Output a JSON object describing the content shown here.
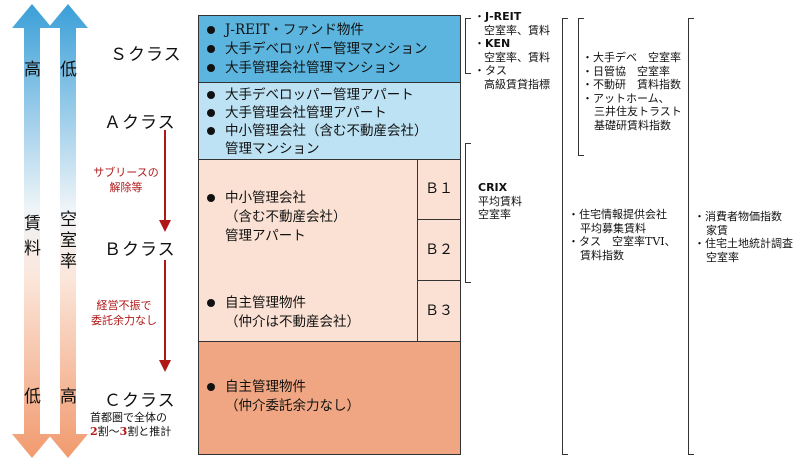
{
  "arrows": {
    "left": {
      "top": "高",
      "mid": [
        "賃",
        "料"
      ],
      "bottom": "低"
    },
    "right": {
      "top": "低",
      "mid": [
        "空",
        "室",
        "率"
      ],
      "bottom": "高"
    }
  },
  "classes": {
    "s": "Ｓクラス",
    "a": "Ａクラス",
    "b": "Ｂクラス",
    "c": "Ｃクラス"
  },
  "notes": {
    "sublease": [
      "サブリースの",
      "解除等"
    ],
    "poor": [
      "経営不振で",
      "委託余力なし"
    ],
    "c_note_line1": "首都圏で全体の",
    "c_note_bold1": "2",
    "c_note_mid": "割～",
    "c_note_bold2": "3",
    "c_note_end": "割と推計"
  },
  "s_items": [
    "J-REIT・ファンド物件",
    "大手デベロッパー管理マンション",
    "大手管理会社管理マンション"
  ],
  "a_items": [
    "大手デベロッパー管理アパート",
    "大手管理会社管理アパート",
    "中小管理会社（含む不動産会社）"
  ],
  "a_item_cont": "管理マンション",
  "b_item1": [
    "中小管理会社",
    "（含む不動産会社）",
    "管理アパート"
  ],
  "b_item2": [
    "自主管理物件",
    "（仲介は不動産会社）"
  ],
  "b_sub": [
    "Ｂ１",
    "Ｂ２",
    "Ｂ３"
  ],
  "c_item": [
    "自主管理物件",
    "（仲介委託余力なし）"
  ],
  "indices": {
    "col1_top": {
      "jreit": "J-REIT",
      "jreit_sub": "空室率、賃料",
      "ken": "KEN",
      "ken_sub": "空室率、賃料",
      "tas": "タス",
      "tas_sub": "高級賃貸指標"
    },
    "col1_crix": {
      "h": "CRIX",
      "l1": "平均賃料",
      "l2": "空室率"
    },
    "col2_top": [
      "・大手デベ　空室率",
      "・日管協　空室率",
      "・不動研　賃料指数",
      "・アットホーム、",
      "三井住友トラスト",
      "基礎研賃料指数"
    ],
    "col2_bottom": [
      "・住宅情報提供会社",
      "平均募集賃料",
      "・タス　空室率TVI、",
      "賃料指数"
    ],
    "col3": [
      "・消費者物価指数",
      "家賃",
      "・住宅土地統計調査",
      "空室率"
    ]
  },
  "colors": {
    "s_box": "#5bb5de",
    "a_box": "#bde2f4",
    "b_box": "#fbe1d4",
    "c_box": "#f0a682",
    "arrow_top": "#3a9fd8",
    "arrow_bottom": "#f19a6e",
    "red_arrow": "#b01818"
  }
}
